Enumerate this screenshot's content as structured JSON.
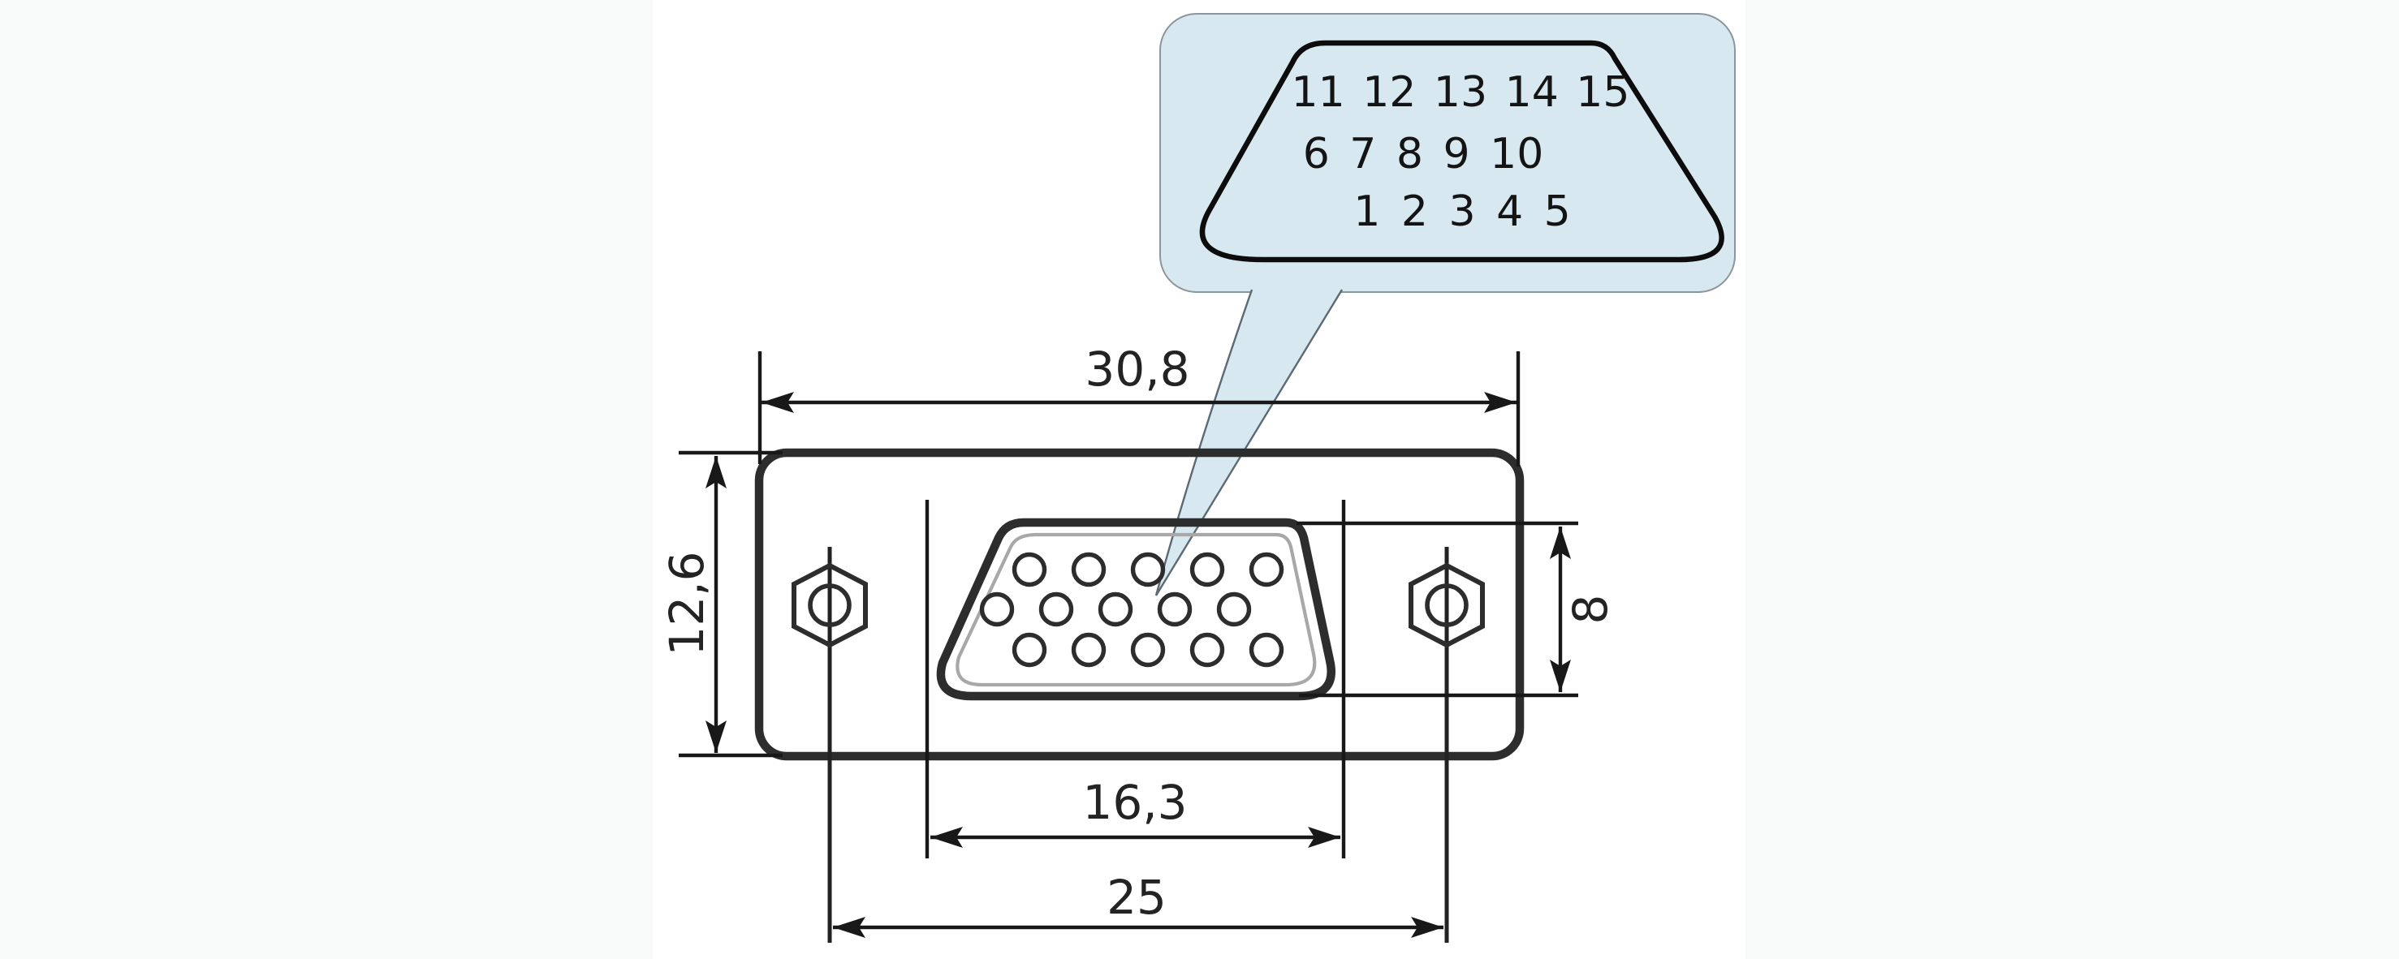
{
  "drawing": {
    "labels": {
      "overall_width": "30,8",
      "overall_height": "12,6",
      "cutout_width": "16,3",
      "hole_spacing": "25",
      "cutout_height": "8"
    },
    "callout": {
      "pin_rows": [
        "11 12 13 14 15",
        "6  7  8  9  10",
        "1  2  3  4  5"
      ]
    },
    "pin_count": 15,
    "colors": {
      "callout_fill": "#d8e8f0",
      "callout_border": "#8a959c",
      "outline": "#2d2d2d",
      "thin_line": "#181818",
      "inner_outline": "#a8a8a8",
      "text": "#232323",
      "page_margin": "#f8f9f9",
      "paper": "#ffffff"
    }
  }
}
